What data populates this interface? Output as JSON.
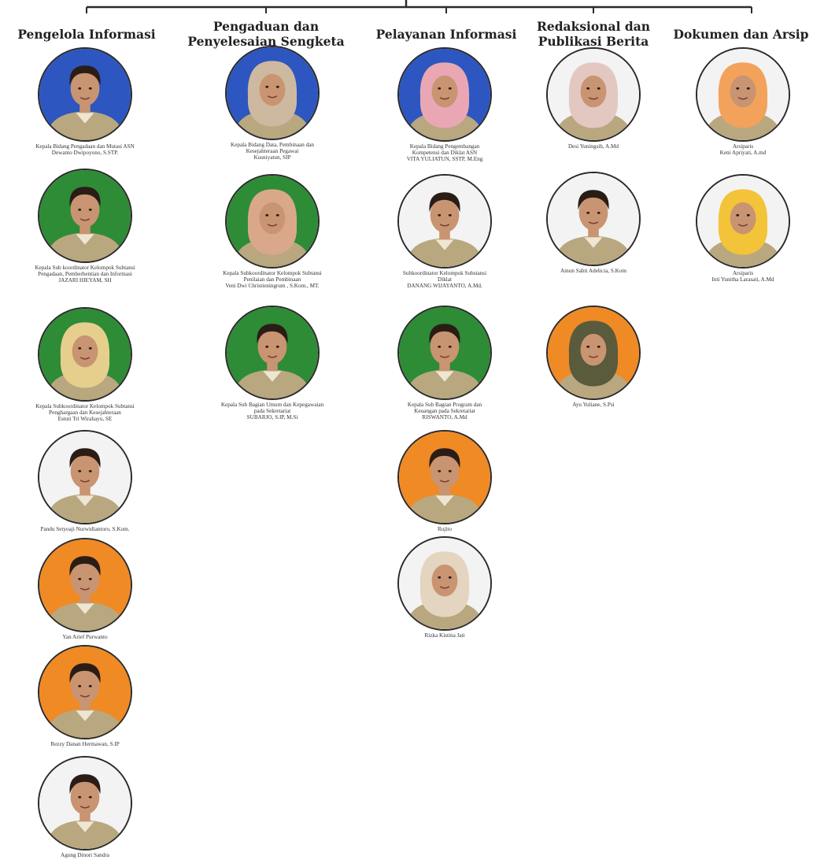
{
  "colors": {
    "line": "#2b2b2b",
    "backgrounds": {
      "blue": "#2d56c0",
      "green": "#2e8b36",
      "orange": "#f08a24",
      "white": "#f3f3f3"
    },
    "skin": "#c99471",
    "hair": "#2a1d16",
    "uniform": "#b9a77f"
  },
  "columns": [
    {
      "title_lines": [
        "Pengelola Informasi"
      ]
    },
    {
      "title_lines": [
        "Pengaduan dan",
        "Penyelesaian Sengketa"
      ]
    },
    {
      "title_lines": [
        "Pelayanan Informasi"
      ]
    },
    {
      "title_lines": [
        "Redaksional dan",
        "Publikasi Berita"
      ]
    },
    {
      "title_lines": [
        "Dokumen dan Arsip"
      ]
    }
  ],
  "members": [
    {
      "column": 0,
      "bg": "blue",
      "hijab": "",
      "caption": [
        "Kepala Bidang Pengadaan dan Mutasi ASN",
        "Dewanto Dwipoyono, S.STP."
      ]
    },
    {
      "column": 0,
      "bg": "green",
      "hijab": "",
      "caption": [
        "Kepala Sub koordinator Kelompok Subtansi",
        "Pengadaan, Pemberhentian dan Informasi",
        "JAZARI HIEYAM, SH"
      ]
    },
    {
      "column": 0,
      "bg": "green",
      "hijab": "#e6cf8c",
      "caption": [
        "Kepala Subkoordinator Kelompok Subtansi",
        "Penghargaan dan Kesejahteraan",
        "Estuti Tri Wirahayu, SE"
      ]
    },
    {
      "column": 0,
      "bg": "white",
      "hijab": "",
      "caption": [
        "Pandu Setyoaji Nurwidiantoro, S.Kom."
      ]
    },
    {
      "column": 0,
      "bg": "orange",
      "hijab": "",
      "caption": [
        "Yan Arief Purwanto"
      ]
    },
    {
      "column": 0,
      "bg": "orange",
      "hijab": "",
      "caption": [
        "Rezzy Danan Hermawan, S.IP"
      ]
    },
    {
      "column": 0,
      "bg": "white",
      "hijab": "",
      "caption": [
        "Agung Dinori Sandra"
      ]
    },
    {
      "column": 1,
      "bg": "blue",
      "hijab": "#cdb9a0",
      "caption": [
        "Kepala Bidang Data, Pembinaan dan",
        "Kesejahteraan Pegawai",
        "Kusniyatun, SIP"
      ]
    },
    {
      "column": 1,
      "bg": "green",
      "hijab": "#d9a88a",
      "caption": [
        "Kepala Subkoordinator Kelompok Subtansi",
        "Penilaian dan Pembinaan",
        "Veni Dwi Christieningrum , S.Kom., MT."
      ]
    },
    {
      "column": 1,
      "bg": "green",
      "hijab": "",
      "caption": [
        "Kepala Sub Bagian Umum dan Kepegawaian",
        "pada Sekretariat",
        "SUBARJO, S.IP, M.Si"
      ]
    },
    {
      "column": 2,
      "bg": "blue",
      "hijab": "#e9a7b4",
      "caption": [
        "Kepala Bidang Pengembangan",
        "Kompetensi dan Diklat ASN",
        "VITA YULIATUN, SSTP, M.Eng"
      ]
    },
    {
      "column": 2,
      "bg": "white",
      "hijab": "",
      "caption": [
        "Subkoordinator Kelompok Substansi",
        "Diklat",
        "DANANG WIJAYANTO, A.Md."
      ]
    },
    {
      "column": 2,
      "bg": "green",
      "hijab": "",
      "caption": [
        "Kepala Sub Bagian Program dan",
        "Keuangan pada Sekretariat",
        "RISWANTO, A.Md"
      ]
    },
    {
      "column": 2,
      "bg": "orange",
      "hijab": "",
      "caption": [
        "Rujito"
      ]
    },
    {
      "column": 2,
      "bg": "white",
      "hijab": "#e3d5bf",
      "caption": [
        "Rizka Kistina Jati"
      ]
    },
    {
      "column": 3,
      "bg": "white",
      "hijab": "#e3c8c2",
      "caption": [
        "Desi Yuningsih, A.Md"
      ]
    },
    {
      "column": 3,
      "bg": "white",
      "hijab": "",
      "caption": [
        "Ainun Sahti Adelicia, S.Kom"
      ]
    },
    {
      "column": 3,
      "bg": "orange",
      "hijab": "#5a5a3c",
      "caption": [
        "Ayu Yuliane, S.Psi"
      ]
    },
    {
      "column": 4,
      "bg": "white",
      "hijab": "#f2a25a",
      "caption": [
        "Arsiparis",
        "Keni Apriyati, A.md"
      ]
    },
    {
      "column": 4,
      "bg": "white",
      "hijab": "#f3c339",
      "caption": [
        "Arsiparis",
        "Inti Yunitha Larasati, A.Md"
      ]
    }
  ]
}
